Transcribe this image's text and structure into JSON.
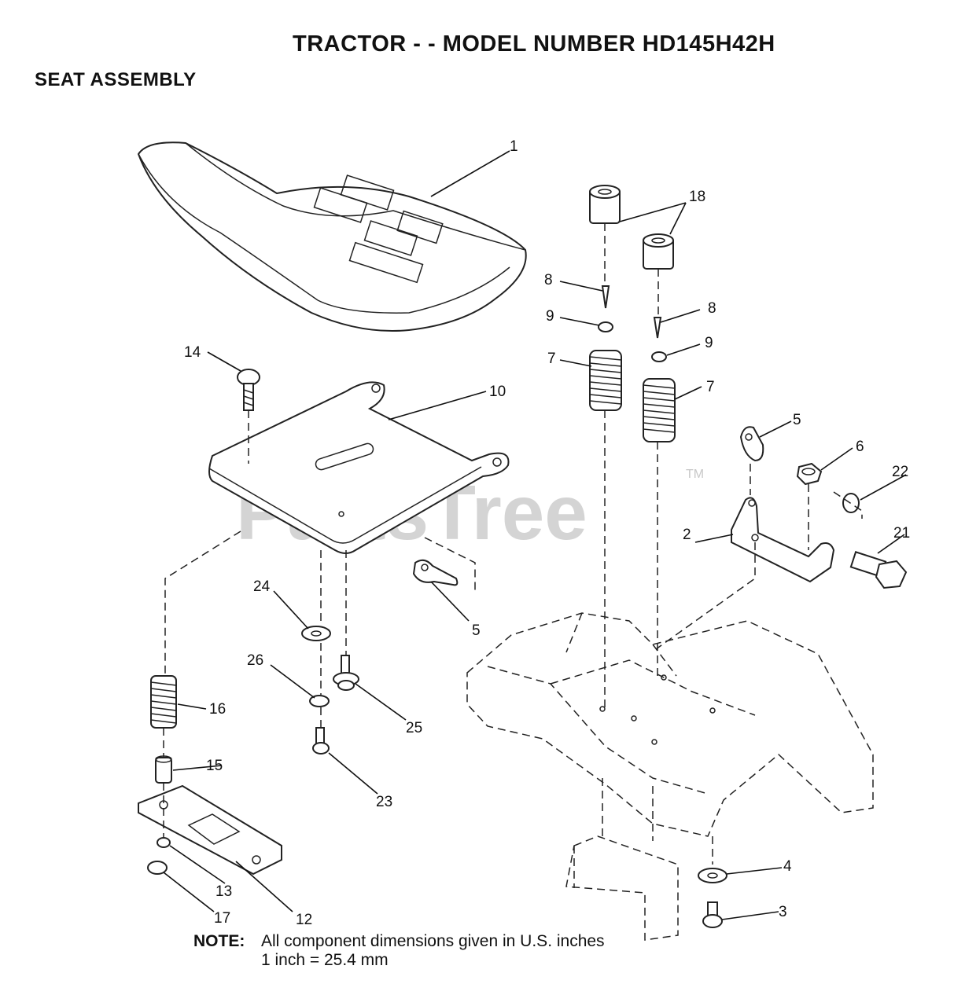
{
  "title": "TRACTOR - - MODEL NUMBER HD145H42H",
  "section": "SEAT ASSEMBLY",
  "watermark": {
    "text": "PartsTree",
    "tm": "TM"
  },
  "note": {
    "label": "NOTE:",
    "line1": "All component dimensions given in U.S. inches",
    "line2": "1 inch = 25.4 mm"
  },
  "callouts": {
    "c1": "1",
    "c2": "2",
    "c3": "3",
    "c4": "4",
    "c5a": "5",
    "c5b": "5",
    "c6": "6",
    "c7a": "7",
    "c7b": "7",
    "c8a": "8",
    "c8b": "8",
    "c9a": "9",
    "c9b": "9",
    "c10": "10",
    "c12": "12",
    "c13": "13",
    "c14": "14",
    "c15": "15",
    "c16": "16",
    "c17": "17",
    "c18": "18",
    "c21": "21",
    "c22": "22",
    "c23": "23",
    "c24": "24",
    "c25": "25",
    "c26": "26"
  }
}
